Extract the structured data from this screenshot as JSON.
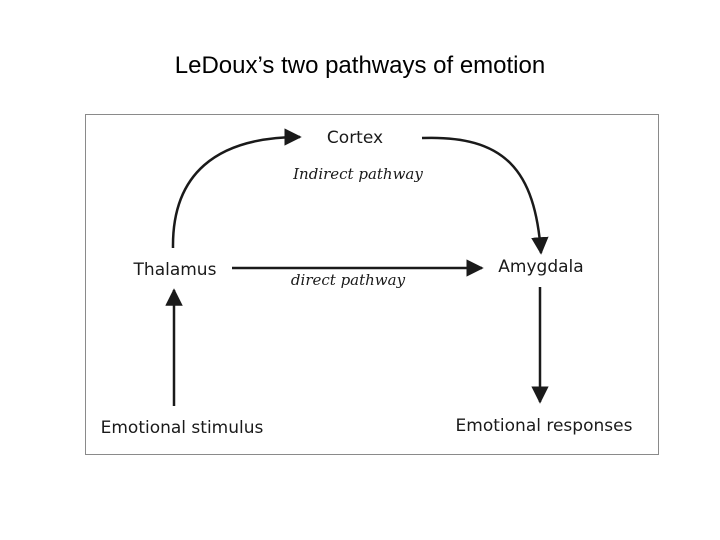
{
  "title": "LeDoux’s two pathways of emotion",
  "nodes": {
    "cortex": "Cortex",
    "thalamus": "Thalamus",
    "amygdala": "Amygdala",
    "stimulus": "Emotional stimulus",
    "responses": "Emotional responses"
  },
  "pathways": {
    "indirect": "Indirect pathway",
    "direct": "direct pathway"
  },
  "colors": {
    "ink": "#1a1a1a",
    "frame": "#8a8a8a"
  }
}
